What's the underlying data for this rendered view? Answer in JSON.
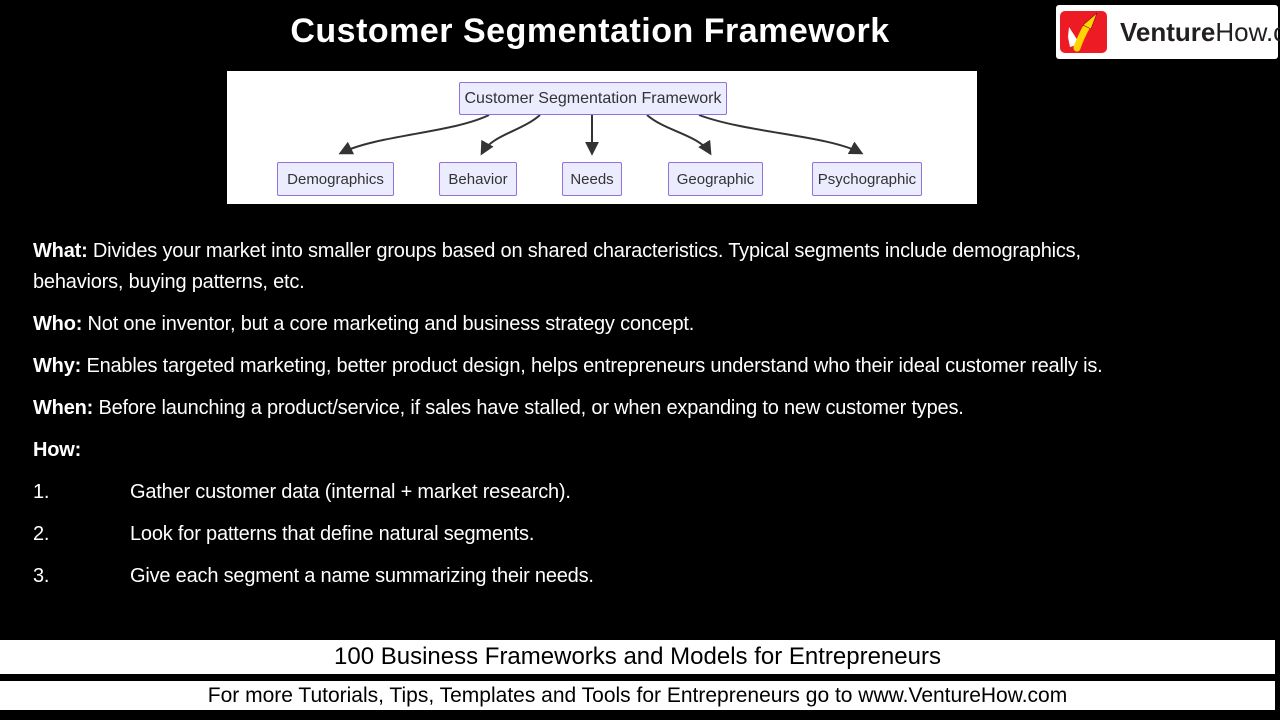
{
  "title": "Customer Segmentation Framework",
  "logo": {
    "bold": "Venture",
    "rest": "How.com"
  },
  "diagram": {
    "root": "Customer Segmentation Framework",
    "children": [
      "Demographics",
      "Behavior",
      "Needs",
      "Geographic",
      "Psychographic"
    ],
    "node_fill": "#ECECFF",
    "node_border": "#9370DB",
    "arrow_color": "#333333",
    "panel_bg": "#ffffff"
  },
  "sections": [
    {
      "label": "What:",
      "text": "Divides your market into smaller groups based on shared characteristics. Typical segments include demographics, behaviors, buying patterns, etc."
    },
    {
      "label": "Who:",
      "text": "Not one inventor, but a core marketing and business strategy concept."
    },
    {
      "label": "Why:",
      "text": "Enables targeted marketing, better product design, helps entrepreneurs understand who their ideal customer really is."
    },
    {
      "label": "When:",
      "text": "Before launching a product/service, if sales have stalled, or when expanding to new customer types."
    },
    {
      "label": "How:",
      "text": ""
    }
  ],
  "steps": [
    {
      "num": "1.",
      "text": "Gather customer data (internal + market research)."
    },
    {
      "num": "2.",
      "text": "Look for patterns that define natural segments."
    },
    {
      "num": "3.",
      "text": "Give each segment a name summarizing their needs."
    }
  ],
  "footer": {
    "bar1": "100 Business Frameworks and Models for Entrepreneurs",
    "bar2": "For more Tutorials, Tips, Templates and Tools for Entrepreneurs go to www.VentureHow.com"
  },
  "colors": {
    "background": "#000000",
    "text": "#ffffff",
    "logo_red": "#ED1C24",
    "logo_yellow": "#FFD400",
    "bar_bg": "#ffffff",
    "bar_text": "#000000"
  }
}
